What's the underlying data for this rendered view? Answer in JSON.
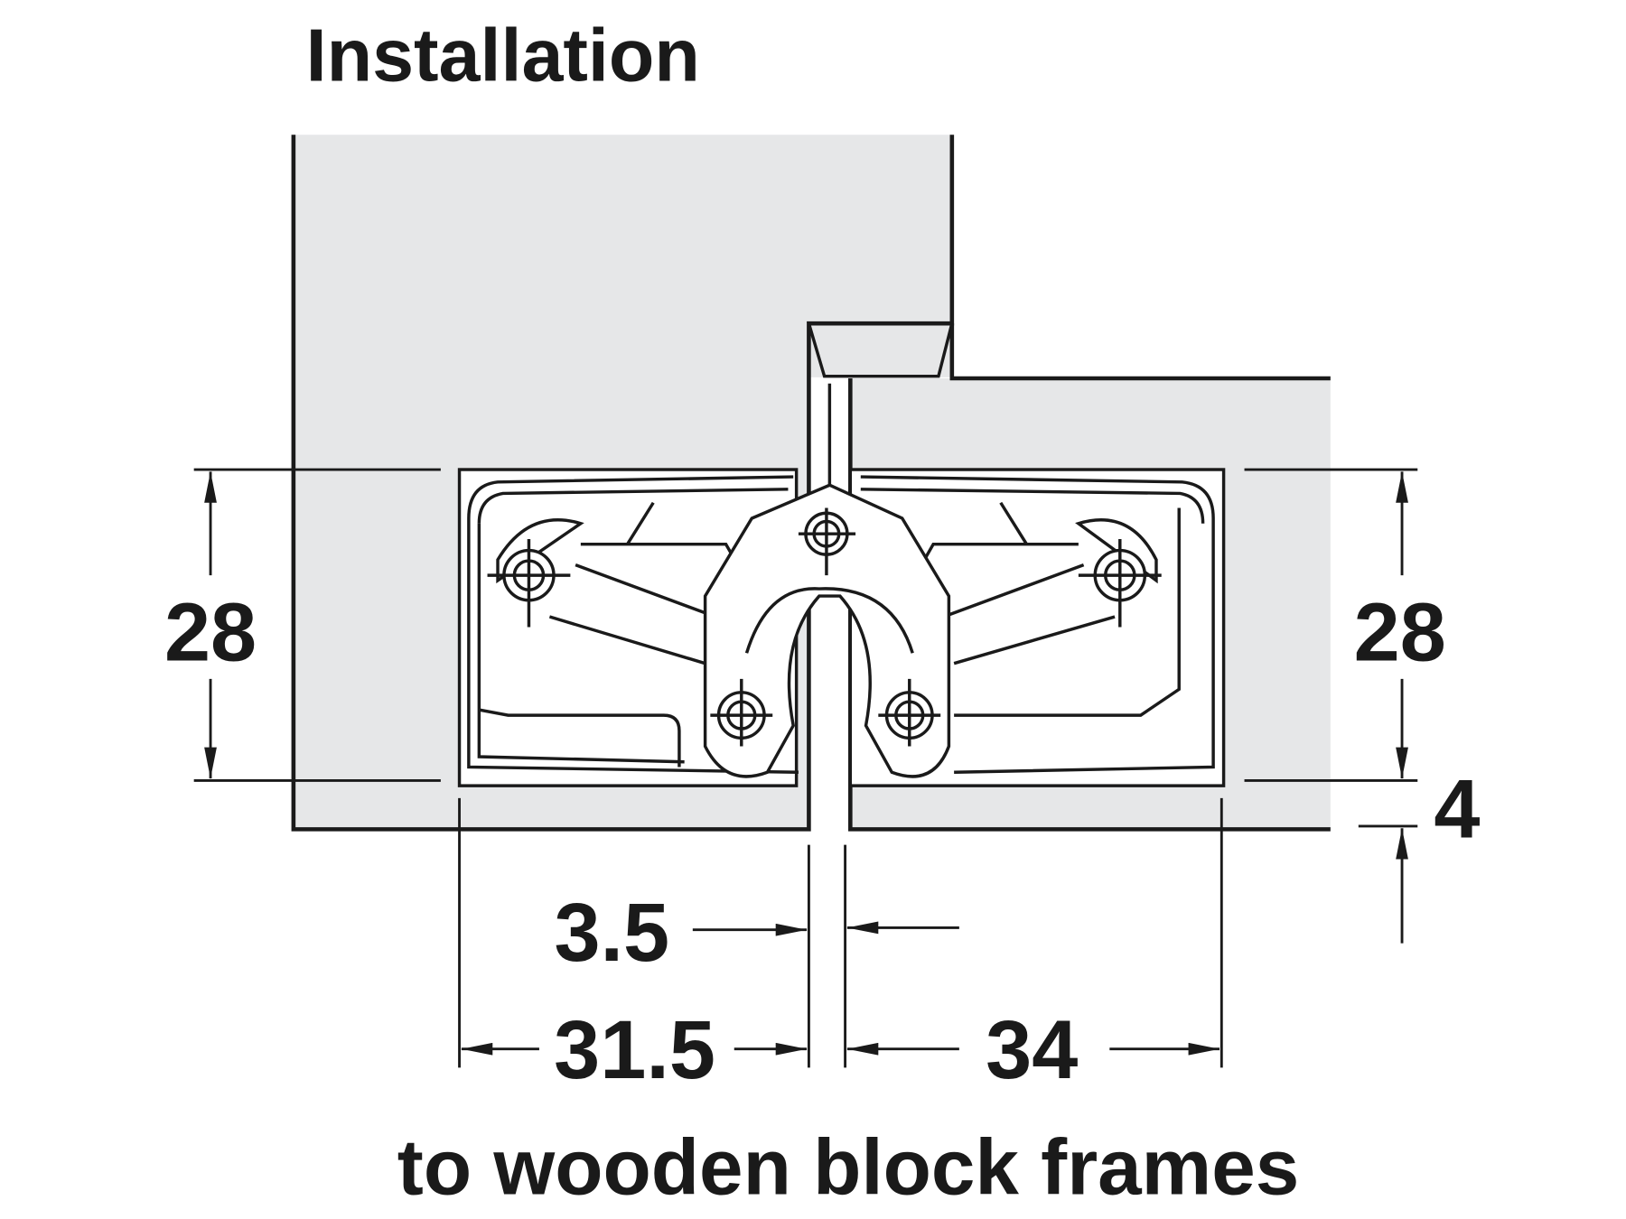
{
  "title": "Installation",
  "caption": "to wooden block frames",
  "dimensions": {
    "height_left": "28",
    "height_right": "28",
    "offset": "4",
    "gap": "3.5",
    "width_left": "31.5",
    "width_right": "34"
  },
  "colors": {
    "fill": "#e6e7e8",
    "line": "#1a1a1a"
  }
}
